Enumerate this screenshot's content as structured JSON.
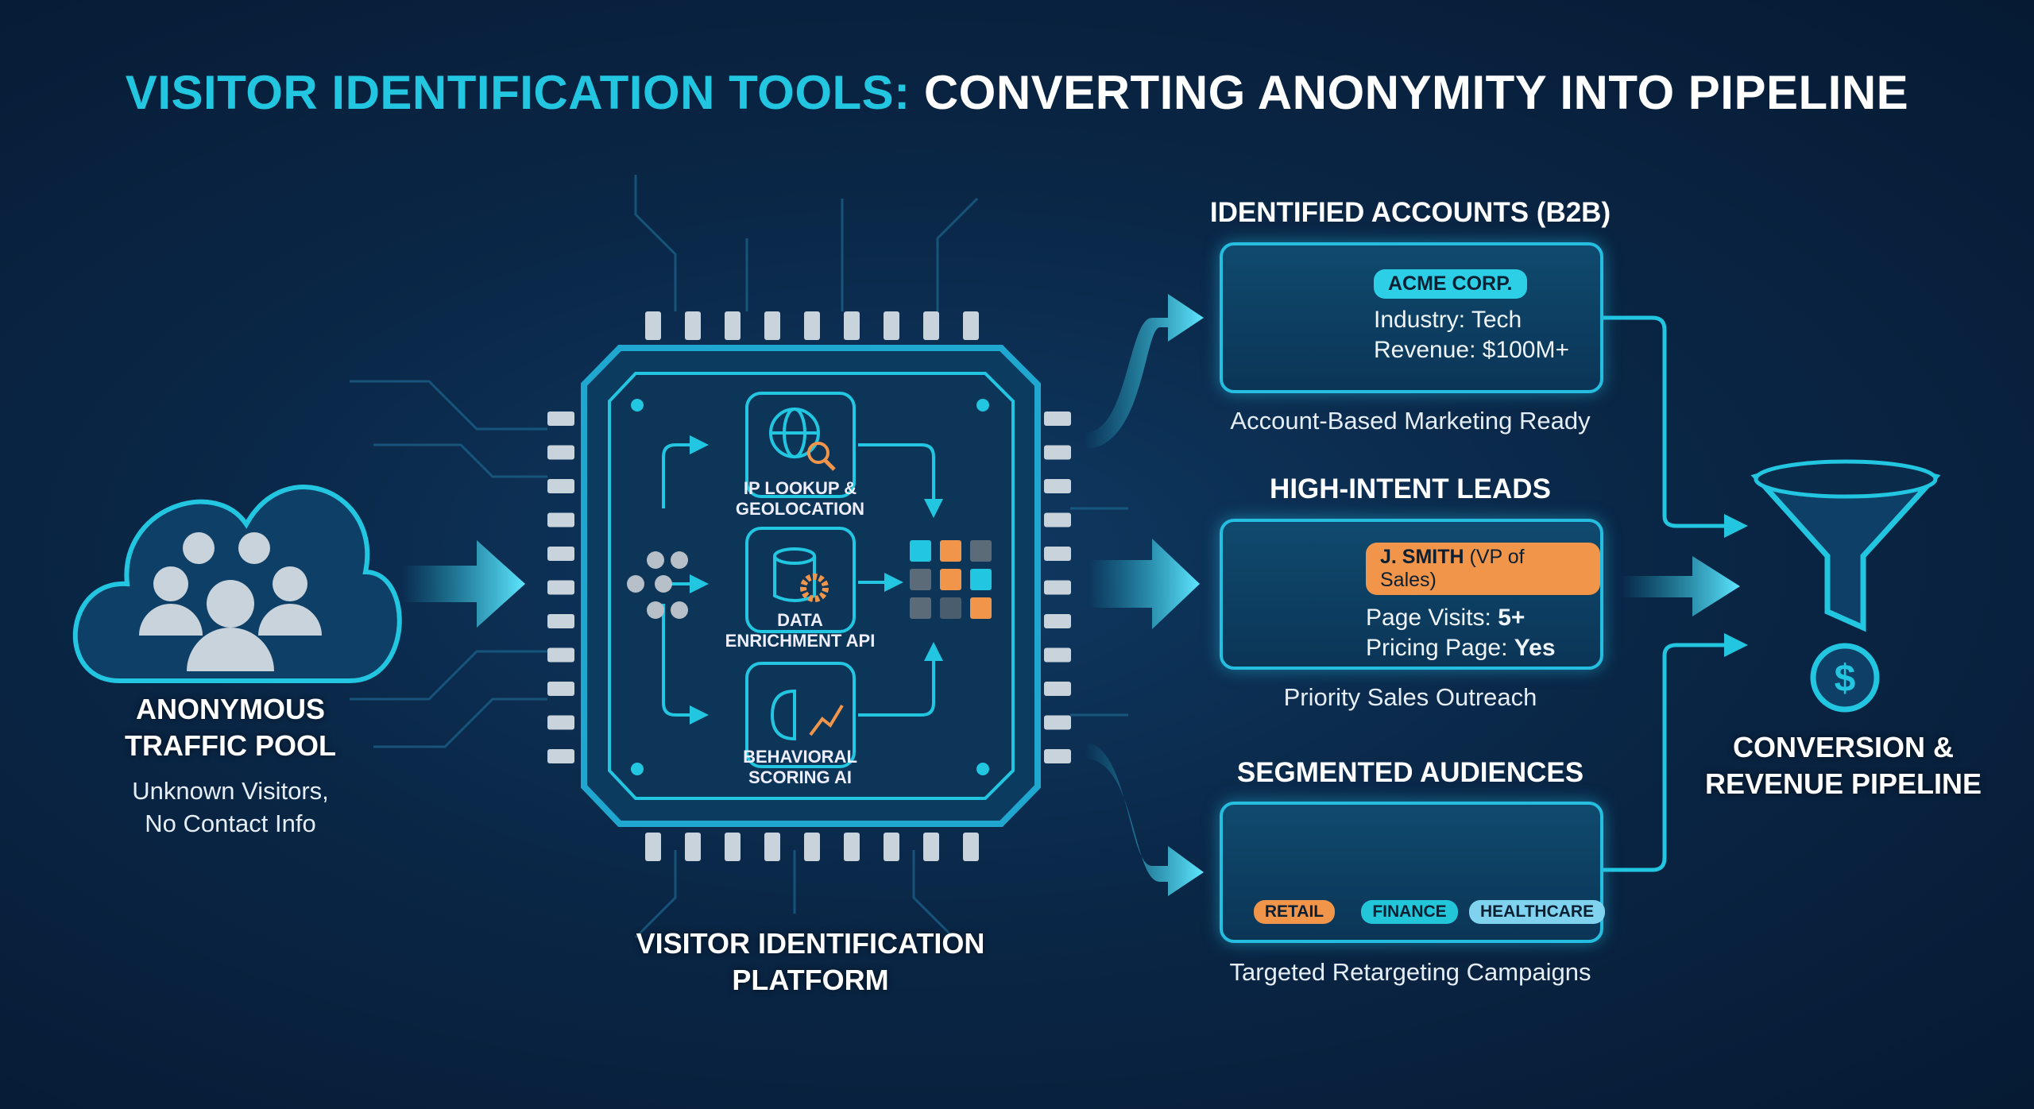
{
  "title": {
    "highlight": "VISITOR IDENTIFICATION TOOLS:",
    "rest": "CONVERTING ANONYMITY INTO PIPELINE"
  },
  "source": {
    "label_line1": "ANONYMOUS",
    "label_line2": "TRAFFIC POOL",
    "sub_line1": "Unknown Visitors,",
    "sub_line2": "No Contact Info",
    "icon": "cloud-people-icon"
  },
  "platform": {
    "label_line1": "VISITOR IDENTIFICATION",
    "label_line2": "PLATFORM",
    "modules": [
      {
        "line1": "IP LOOKUP &",
        "line2": "GEOLOCATION",
        "icon": "globe-search-icon"
      },
      {
        "line1": "DATA",
        "line2": "ENRICHMENT API",
        "icon": "database-gear-icon"
      },
      {
        "line1": "BEHAVIORAL",
        "line2": "SCORING AI",
        "icon": "brain-chart-icon"
      }
    ]
  },
  "outputs": {
    "accounts": {
      "heading": "IDENTIFIED ACCOUNTS (B2B)",
      "badge": "ACME CORP.",
      "industry": "Industry: Tech",
      "revenue": "Revenue: $100M+",
      "caption": "Account-Based Marketing Ready",
      "icon": "building-icon"
    },
    "leads": {
      "heading": "HIGH-INTENT LEADS",
      "name": "J. SMITH",
      "role": "(VP of Sales)",
      "visits_label": "Page Visits: ",
      "visits_value": "5+",
      "pricing_label": "Pricing Page: ",
      "pricing_value": "Yes",
      "caption": "Priority Sales Outreach",
      "icon": "person-avatar-icon"
    },
    "segments": {
      "heading": "SEGMENTED AUDIENCES",
      "items": [
        {
          "label": "RETAIL",
          "color": "#f0954a"
        },
        {
          "label": "FINANCE",
          "color": "#22c6d8"
        },
        {
          "label": "HEALTHCARE",
          "color": "#7fd3ee"
        }
      ],
      "caption": "Targeted Retargeting Campaigns"
    }
  },
  "destination": {
    "label_line1": "CONVERSION &",
    "label_line2": "REVENUE PIPELINE",
    "icon": "funnel-dollar-icon"
  },
  "colors": {
    "accent": "#22c6e0",
    "orange": "#f0954a",
    "background": "#0a2747"
  }
}
